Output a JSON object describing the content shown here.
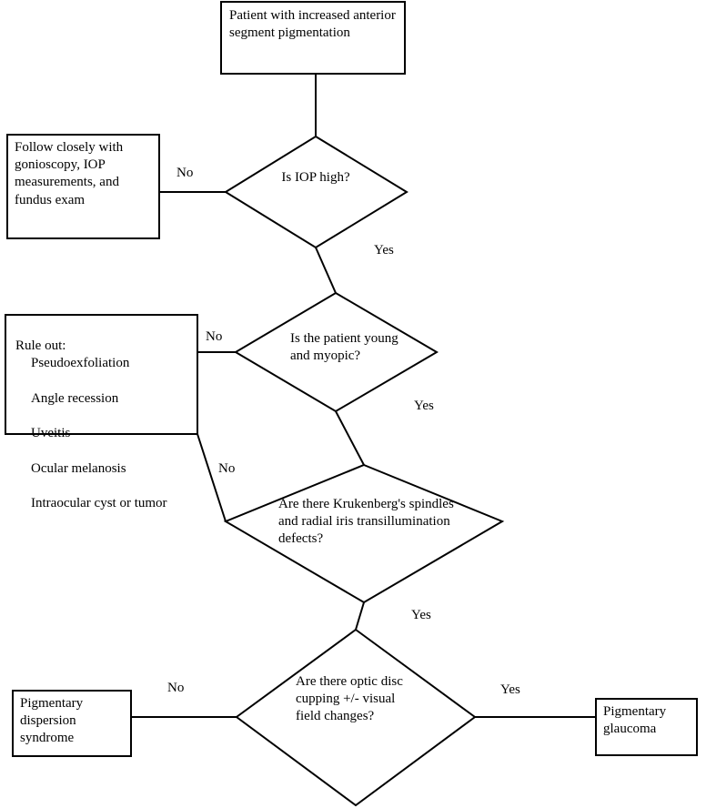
{
  "diagram": {
    "title": "Pigmentary glaucoma diagnostic flowchart",
    "background_color": "#ffffff",
    "line_color": "#000000",
    "text_color": "#000000"
  },
  "nodes": {
    "start": {
      "shape": "box",
      "text": "Patient with increased anterior segment pigmentation"
    },
    "follow_closely": {
      "shape": "box",
      "text": "Follow closely with gonioscopy, IOP measurements, and fundus exam"
    },
    "iop_decision": {
      "shape": "diamond",
      "text": "Is IOP high?"
    },
    "rule_out": {
      "shape": "box",
      "heading": "Rule out:",
      "items": [
        "Pseudoexfoliation",
        "Angle recession",
        "Uveitis",
        "Ocular melanosis",
        "Intraocular cyst or tumor"
      ]
    },
    "young_myopic_decision": {
      "shape": "diamond",
      "text": "Is the patient young and myopic?"
    },
    "krukenberg_decision": {
      "shape": "diamond",
      "text": "Are there Krukenberg's spindles and radial iris transillumination defects?"
    },
    "optic_disc_decision": {
      "shape": "diamond",
      "text": "Are there optic disc cupping +/- visual field changes?"
    },
    "pigmentary_dispersion": {
      "shape": "box",
      "text": "Pigmentary dispersion syndrome"
    },
    "pigmentary_glaucoma": {
      "shape": "box",
      "text": "Pigmentary glaucoma"
    }
  },
  "edge_labels": {
    "iop_no": "No",
    "iop_yes": "Yes",
    "young_no": "No",
    "young_yes": "Yes",
    "krukenberg_no": "No",
    "krukenberg_yes": "Yes",
    "optic_no": "No",
    "optic_yes": "Yes"
  }
}
